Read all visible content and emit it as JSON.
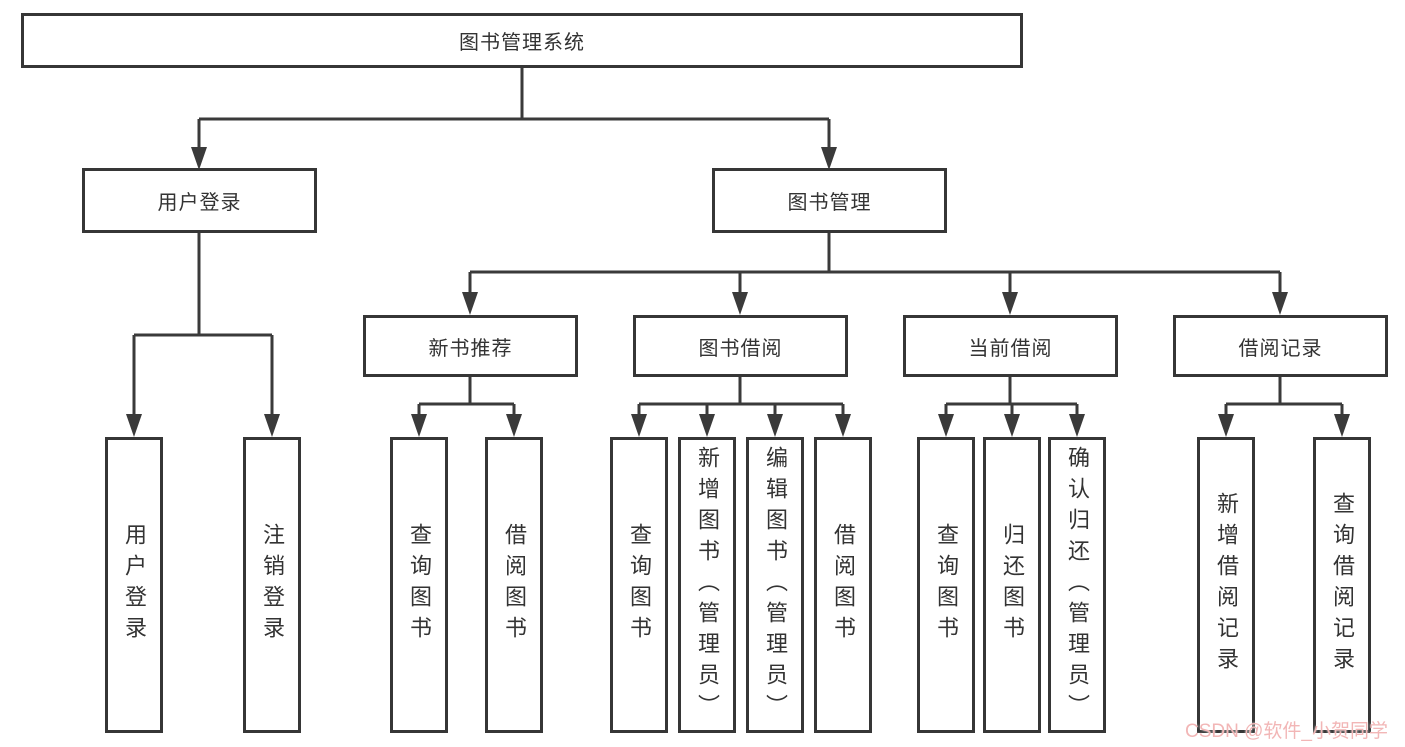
{
  "diagram_title": "图书管理系统",
  "tree": {
    "label": "图书管理系统",
    "children": [
      {
        "label": "用户登录",
        "children": [
          {
            "label": "用户登录"
          },
          {
            "label": "注销登录"
          }
        ]
      },
      {
        "label": "图书管理",
        "children": [
          {
            "label": "新书推荐",
            "children": [
              {
                "label": "查询图书"
              },
              {
                "label": "借阅图书"
              }
            ]
          },
          {
            "label": "图书借阅",
            "children": [
              {
                "label": "查询图书"
              },
              {
                "label": "新增图书（管理员）"
              },
              {
                "label": "编辑图书（管理员）"
              },
              {
                "label": "借阅图书"
              }
            ]
          },
          {
            "label": "当前借阅",
            "children": [
              {
                "label": "查询图书"
              },
              {
                "label": "归还图书"
              },
              {
                "label": "确认归还（管理员）"
              }
            ]
          },
          {
            "label": "借阅记录",
            "children": [
              {
                "label": "新增借阅记录"
              },
              {
                "label": "查询借阅记录"
              }
            ]
          }
        ]
      }
    ]
  },
  "watermark": {
    "text": "CSDN @软件_小贺同学",
    "color": "#f2b6b6"
  },
  "colors": {
    "line": "#3a3a3a",
    "box_border": "#363636",
    "text": "#333333",
    "background": "#ffffff"
  }
}
